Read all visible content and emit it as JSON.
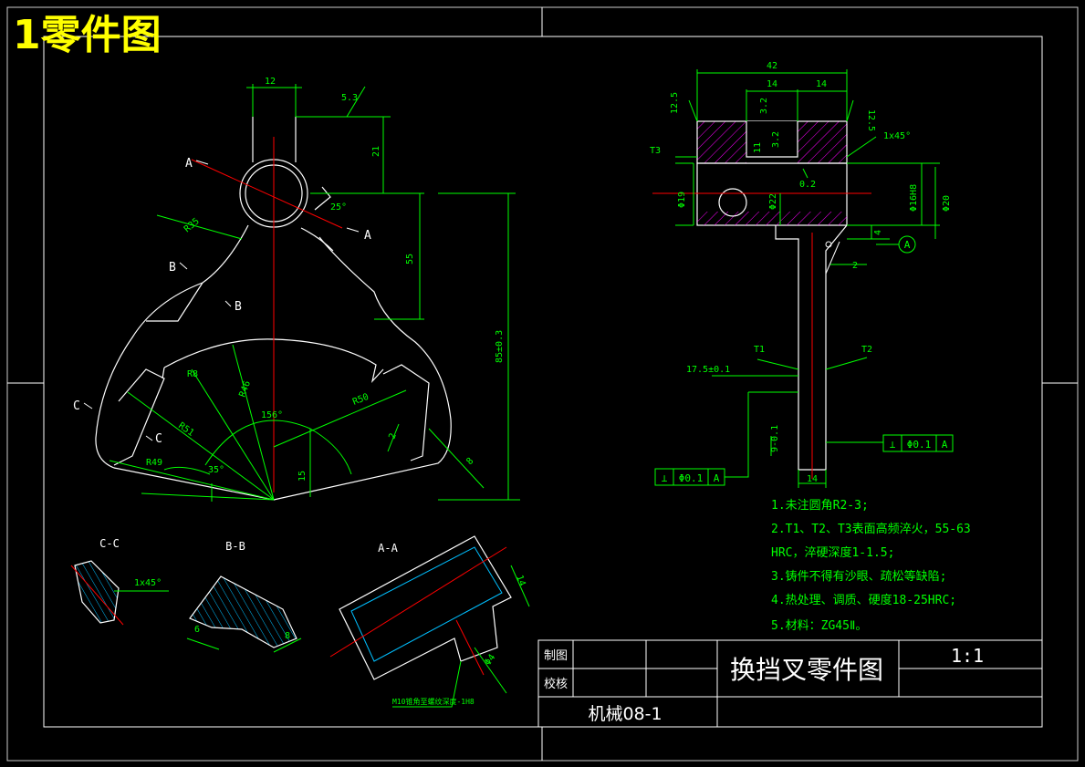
{
  "page_title": "1零件图",
  "drawing_title": "换挡叉零件图",
  "scale": "1:1",
  "drawing_number": "机械08-1",
  "title_block": {
    "drawn_label": "制图",
    "checked_label": "校核"
  },
  "section_labels": {
    "cc": "C-C",
    "bb": "B-B",
    "aa": "A-A"
  },
  "cut_markers": {
    "a": "A",
    "b": "B",
    "c": "C"
  },
  "datum_label": "A",
  "tolerance_frames": [
    {
      "symbol": "⊥",
      "value": "Φ0.1",
      "datum": "A"
    },
    {
      "symbol": "⊥",
      "value": "Φ0.1",
      "datum": "A"
    }
  ],
  "dimensions": {
    "left": {
      "d12": "12",
      "d5_3": "5.3",
      "d21": "21",
      "d25": "25°",
      "r35": "R35",
      "d55": "55",
      "d85": "85±0.3",
      "r8": "R8",
      "r46": "R46",
      "r50": "R50",
      "d156": "156°",
      "r51": "R51",
      "r49": "R49",
      "d35": "35°",
      "d15": "15",
      "d2": "2",
      "d8": "8"
    },
    "right": {
      "d42": "42",
      "d14a": "14",
      "d14b": "14",
      "d12_5a": "12.5",
      "d12_5b": "12.5",
      "d3_2a": "3.2",
      "d3_2b": "3.2",
      "d11": "11",
      "t3": "T3",
      "c1": "1x45°",
      "phi19": "Φ19",
      "phi22": "Φ22",
      "d0_2": "0.2",
      "phi16": "Φ16H8",
      "phi20": "Φ20",
      "d4": "4",
      "d2": "2",
      "t1": "T1",
      "t2": "T2",
      "d17_5": "17.5±0.1",
      "d9": "9-0.1",
      "d14c": "14"
    },
    "sections": {
      "cc_chamfer": "1x45°",
      "bb6": "6",
      "bb8": "8",
      "aa14": "14",
      "aa_phi4": "Φ4"
    }
  },
  "thread_note": "M10锥角至螺纹深度-1H8",
  "notes": [
    "1.未注圆角R2-3;",
    "2.T1、T2、T3表面高频淬火，55-63",
    "HRC，淬硬深度1-1.5;",
    "3.铸件不得有沙眼、疏松等缺陷;",
    "4.热处理、调质、硬度18-25HRC;",
    "5.材料：ZG45Ⅱ。"
  ],
  "colors": {
    "background": "#000000",
    "outline": "#ffffff",
    "dimension": "#00ff00",
    "centerline": "#ff0000",
    "hatch": "#ff00ff",
    "title": "#ffff00",
    "hatch_blue": "#00bfff"
  }
}
